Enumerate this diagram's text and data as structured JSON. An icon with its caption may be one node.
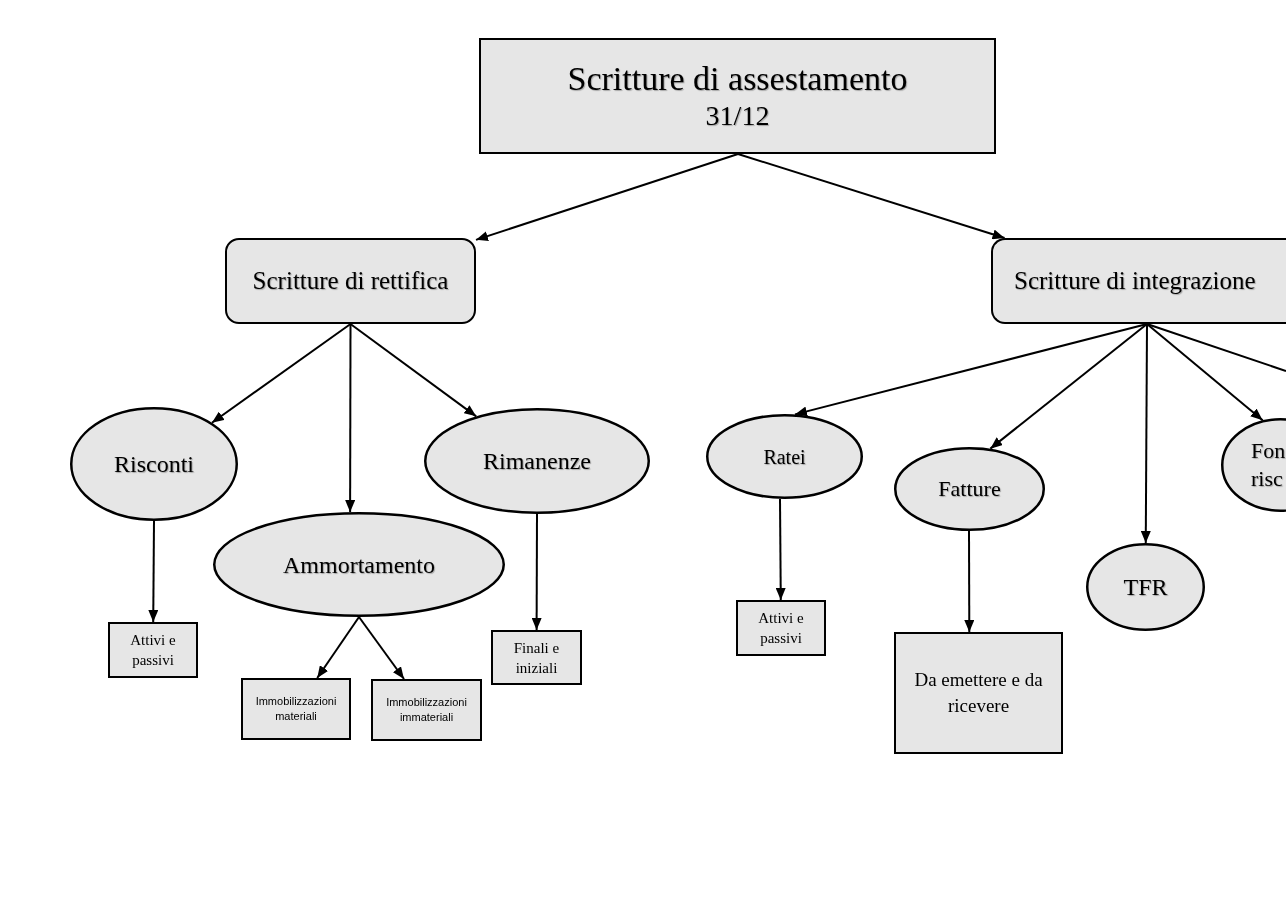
{
  "diagram": {
    "nodes": [
      {
        "text": [
          "Scritture di assestamento",
          "31/12"
        ]
      },
      {
        "text": [
          "Scritture di rettifica"
        ]
      },
      {
        "text": [
          "Scritture di integrazione"
        ]
      },
      {
        "text": [
          "Risconti"
        ]
      },
      {
        "text": [
          "Ammortamento"
        ]
      },
      {
        "text": [
          "Rimanenze"
        ]
      },
      {
        "text": [
          "Ratei"
        ]
      },
      {
        "text": [
          "Fatture"
        ]
      },
      {
        "text": [
          "TFR"
        ]
      },
      {
        "text": [
          "Fon risc"
        ]
      },
      {
        "text": [
          "Attivi e passivi"
        ]
      },
      {
        "text": [
          "Immobilizzazioni materiali"
        ]
      },
      {
        "text": [
          "Immobilizzazioni immateriali"
        ]
      },
      {
        "text": [
          "Finali e iniziali"
        ]
      },
      {
        "text": [
          "Attivi e passivi"
        ]
      },
      {
        "text": [
          "Da emettere e da ricevere"
        ]
      }
    ],
    "edges": [
      {
        "from": 0,
        "to": 1,
        "arrow": "to"
      },
      {
        "from": 0,
        "to": 2,
        "arrow": "to"
      },
      {
        "from": 1,
        "to": 3,
        "arrow": "to"
      },
      {
        "from": 1,
        "to": 4,
        "arrow": "to"
      },
      {
        "from": 1,
        "to": 5,
        "arrow": "to"
      },
      {
        "from": 2,
        "to": 6,
        "arrow": "to"
      },
      {
        "from": 2,
        "to": 7,
        "arrow": "to"
      },
      {
        "from": 2,
        "to": 8,
        "arrow": "to"
      },
      {
        "from": 2,
        "to": 9,
        "arrow": "to"
      },
      {
        "from": 2,
        "to": null,
        "arrow": "none"
      },
      {
        "from": 3,
        "to": 10,
        "arrow": "to"
      },
      {
        "from": 4,
        "to": 11,
        "arrow": "to"
      },
      {
        "from": 4,
        "to": 12,
        "arrow": "to"
      },
      {
        "from": 5,
        "to": 13,
        "arrow": "to"
      },
      {
        "from": 6,
        "to": 14,
        "arrow": "to"
      },
      {
        "from": 7,
        "to": 15,
        "arrow": "to"
      }
    ]
  }
}
